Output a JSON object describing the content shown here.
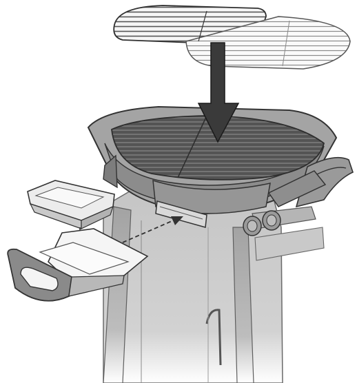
{
  "figure": {
    "kind": "assembly-illustration",
    "text": "",
    "colors": {
      "background": "#ffffff",
      "stand": "#c6c6c6",
      "stand_dark": "#8f8f8f",
      "body": "#a9a9a9",
      "body_dark": "#6e6e6e",
      "grate": "#5c5c5c",
      "grate_light": "#f4f4f4",
      "outline": "#3b3b3b",
      "arrow": "#3c3c3c",
      "tray": "#f7f7f7",
      "pan": "#eeeeee"
    },
    "parts": [
      {
        "id": "cooking-grates",
        "icon": "grate-icon",
        "state": "removed"
      },
      {
        "id": "grill-body",
        "icon": "bowl-icon"
      },
      {
        "id": "cart-stand",
        "icon": "stand-icon"
      },
      {
        "id": "catch-pan-tray",
        "icon": "tray-icon"
      },
      {
        "id": "drip-pan",
        "icon": "pan-icon"
      },
      {
        "id": "burner-control-knob",
        "icon": "knob-icon"
      }
    ]
  }
}
